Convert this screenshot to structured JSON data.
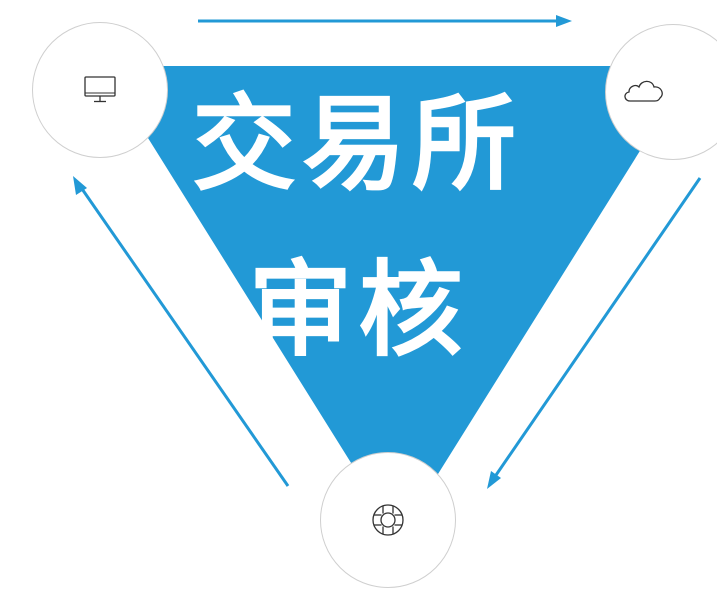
{
  "title": {
    "line1": "交易所",
    "line2": "审核"
  },
  "colors": {
    "accent": "#2299d6",
    "node_border": "#cfcfcf",
    "icon_stroke": "#333333"
  },
  "nodes": {
    "top_left": {
      "icon": "monitor-icon"
    },
    "top_right": {
      "icon": "cloud-icon"
    },
    "bottom": {
      "icon": "lifebuoy-icon"
    }
  },
  "arrows": [
    "arrow-top",
    "arrow-right-diagonal",
    "arrow-left-diagonal"
  ]
}
